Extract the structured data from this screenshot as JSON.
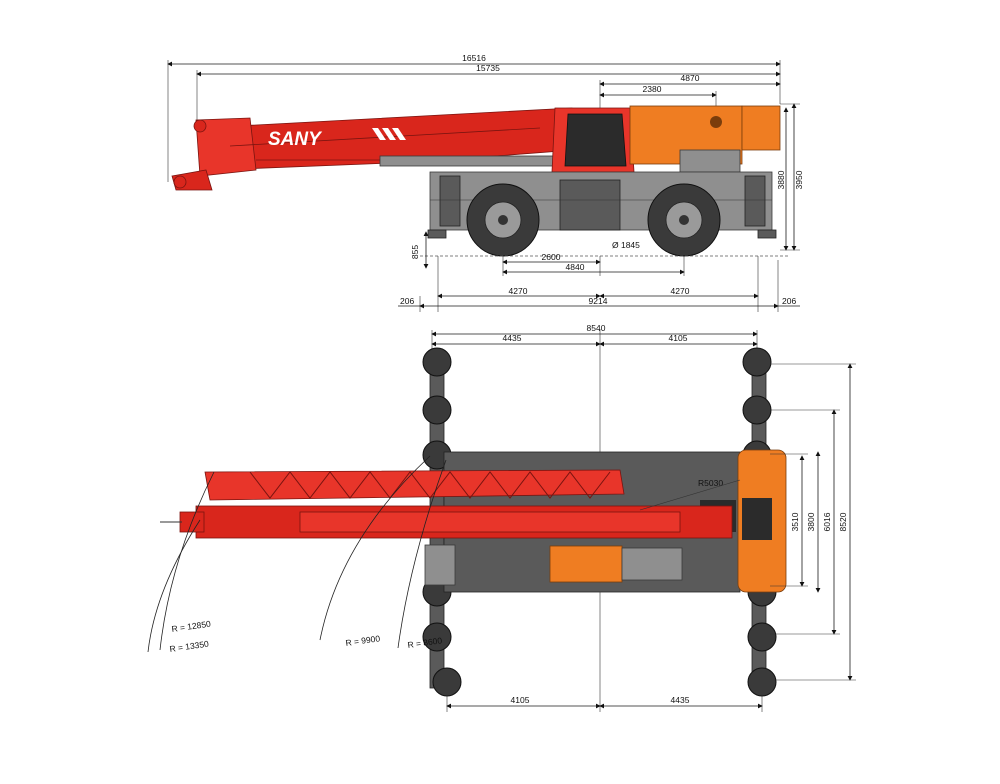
{
  "brand": {
    "logo_text": "SANY"
  },
  "colors": {
    "boom_red": "#d9261c",
    "turret_orange": "#ef7d22",
    "chassis_grey": "#8f8f8f",
    "tire_dark": "#3a3a3a"
  },
  "side_view": {
    "dims": {
      "overall_length": "16516",
      "boom_length": "15735",
      "rear_to_cab": "4870",
      "cab_offset": "2380",
      "height_overall": "3950",
      "height_cab": "3880",
      "ground_clearance": "855",
      "axle_to_axle_inner": "2600",
      "axle_mid": "4840",
      "front_half": "4270",
      "rear_half": "4270",
      "outrigger_span": "9214",
      "left_margin": "206",
      "right_margin": "206",
      "tire_dia": "Ø 1845"
    }
  },
  "top_view": {
    "dims": {
      "outrigger_total": "8540",
      "top_left": "4435",
      "top_right": "4105",
      "bottom_left": "4105",
      "bottom_right": "4435",
      "turret_radius": "R5030",
      "w_3510": "3510",
      "w_3800": "3800",
      "w_6016": "6016",
      "w_8520": "8520",
      "r_12850": "R = 12850",
      "r_13350": "R = 13350",
      "r_9900": "R = 9900",
      "r_8600": "R = 8600"
    }
  }
}
